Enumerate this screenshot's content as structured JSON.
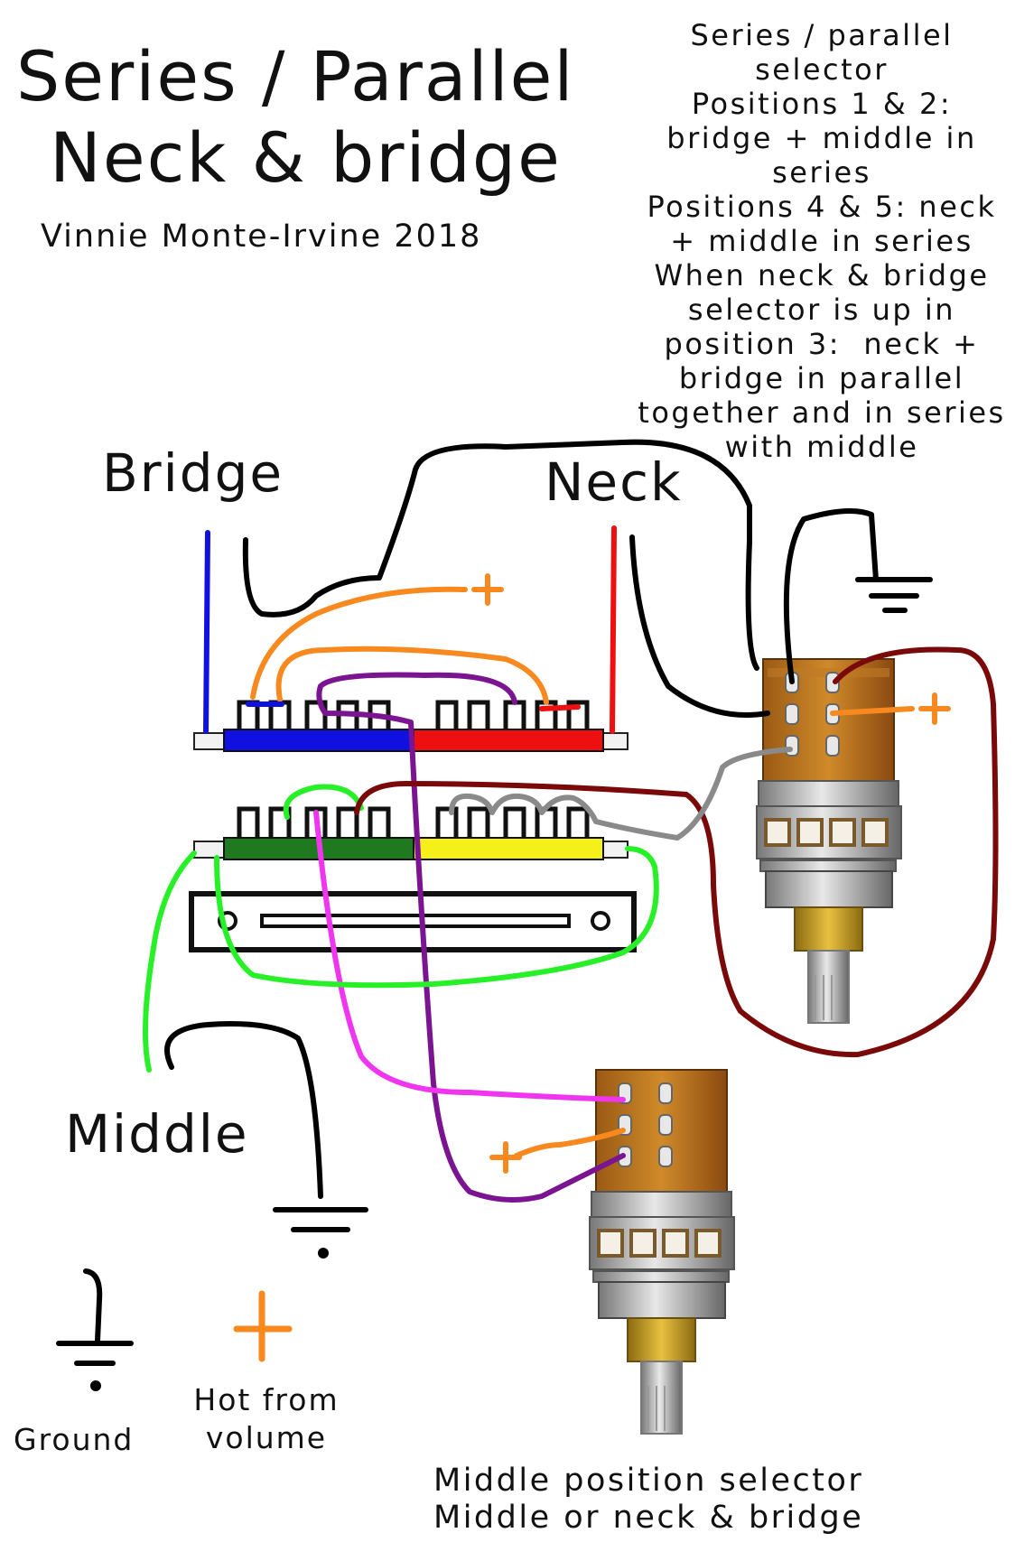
{
  "title": {
    "line1": "Series / Parallel",
    "line2": "Neck & bridge",
    "author": "Vinnie Monte-Irvine 2018"
  },
  "description": {
    "lines": [
      "Series / parallel",
      "selector",
      "Positions 1 & 2:",
      "bridge + middle in",
      "series",
      "Positions 4 & 5: neck",
      "+ middle in series",
      "When neck & bridge",
      "selector is up in",
      "position 3:  neck +",
      "bridge in parallel",
      "together and in series",
      "with middle"
    ]
  },
  "labels": {
    "bridge": "Bridge",
    "neck": "Neck",
    "middle": "Middle",
    "ground": "Ground",
    "hot_line1": "Hot from",
    "hot_line2": "volume",
    "middle_selector_line1": "Middle position selector",
    "middle_selector_line2": "Middle or neck & bridge"
  },
  "legend": {
    "ground_symbol": "ground-icon",
    "hot_symbol": "plus-icon",
    "hot_color": "#f7891f"
  },
  "colors": {
    "black_wire": "#000000",
    "blue": "#1010e0",
    "red": "#ee1010",
    "orange": "#f7891f",
    "purple": "#7a1490",
    "magenta": "#f035ee",
    "green": "#28f028",
    "gray": "#8a8a8a",
    "dark_red": "#7a0a0a",
    "dark_green": "#1f7a1f",
    "yellow": "#f6f01a"
  }
}
